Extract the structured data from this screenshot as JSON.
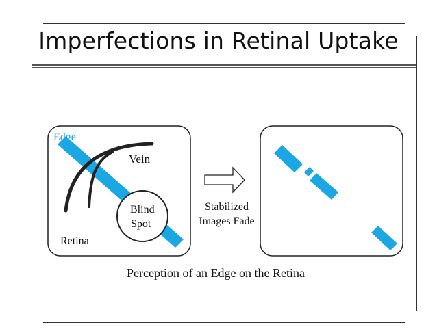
{
  "slide": {
    "title": "Imperfections in Retinal Uptake"
  },
  "diagram": {
    "left_panel": {
      "edge_label": "Edge",
      "vein_label": "Vein",
      "blind_spot_line1": "Blind",
      "blind_spot_line2": "Spot",
      "retina_label": "Retina"
    },
    "arrow_caption_line1": "Stabilized",
    "arrow_caption_line2": "Images Fade",
    "caption": "Perception of an Edge on the Retina",
    "colors": {
      "edge": "#1aa7e4",
      "outline": "#222222",
      "text": "#111111"
    }
  }
}
